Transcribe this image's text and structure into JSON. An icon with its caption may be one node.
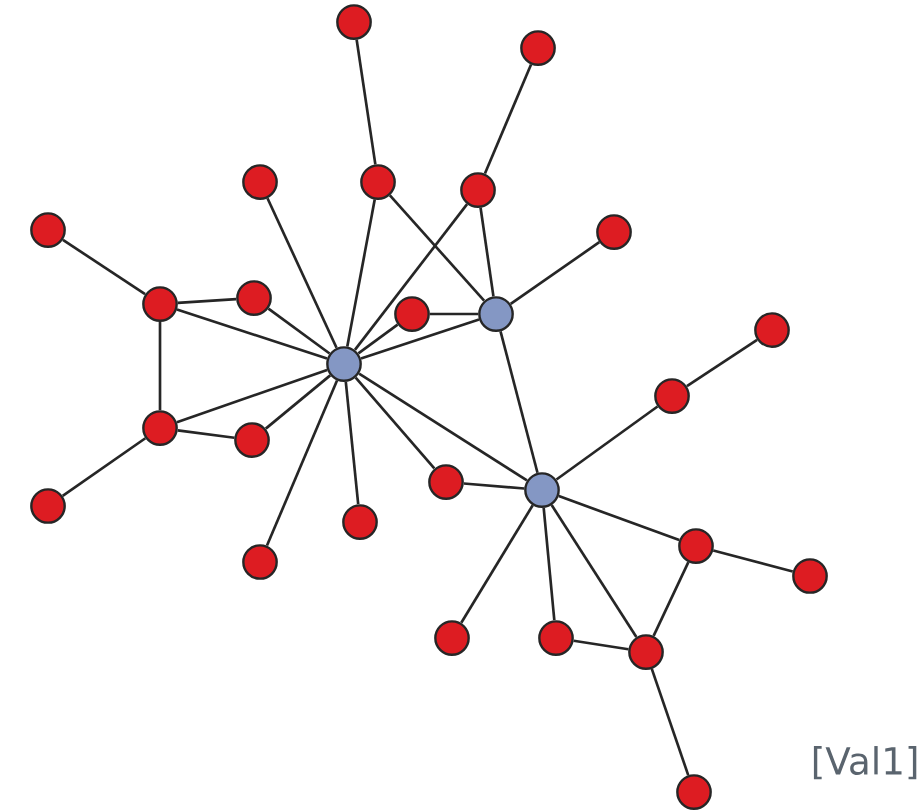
{
  "diagram": {
    "nodes": [
      {
        "text": [],
        "shape": "circle"
      },
      {
        "text": [],
        "shape": "circle"
      },
      {
        "text": [],
        "shape": "circle"
      },
      {
        "text": [],
        "shape": "circle"
      },
      {
        "text": [],
        "shape": "circle"
      },
      {
        "text": [],
        "shape": "circle"
      },
      {
        "text": [],
        "shape": "circle"
      },
      {
        "text": [],
        "shape": "circle"
      },
      {
        "text": [],
        "shape": "circle"
      },
      {
        "text": [],
        "shape": "circle"
      },
      {
        "text": [],
        "shape": "circle"
      },
      {
        "text": [],
        "shape": "circle"
      },
      {
        "text": [],
        "shape": "circle"
      },
      {
        "text": [],
        "shape": "circle"
      },
      {
        "text": [],
        "shape": "circle"
      },
      {
        "text": [],
        "shape": "circle"
      },
      {
        "text": [],
        "shape": "circle"
      },
      {
        "text": [],
        "shape": "circle"
      },
      {
        "text": [],
        "shape": "circle"
      },
      {
        "text": [],
        "shape": "circle"
      },
      {
        "text": [],
        "shape": "circle"
      },
      {
        "text": [],
        "shape": "circle"
      },
      {
        "text": [],
        "shape": "circle"
      },
      {
        "text": [],
        "shape": "circle"
      },
      {
        "text": [],
        "shape": "circle"
      },
      {
        "text": [],
        "shape": "circle"
      },
      {
        "text": [],
        "shape": "circle"
      }
    ],
    "edges": [
      {
        "from": 0,
        "to": 3,
        "arrow": "none"
      },
      {
        "from": 3,
        "to": 12,
        "arrow": "none"
      },
      {
        "from": 3,
        "to": 10,
        "arrow": "none"
      },
      {
        "from": 1,
        "to": 4,
        "arrow": "none"
      },
      {
        "from": 4,
        "to": 12,
        "arrow": "none"
      },
      {
        "from": 4,
        "to": 10,
        "arrow": "none"
      },
      {
        "from": 2,
        "to": 12,
        "arrow": "none"
      },
      {
        "from": 5,
        "to": 8,
        "arrow": "none"
      },
      {
        "from": 8,
        "to": 7,
        "arrow": "none"
      },
      {
        "from": 7,
        "to": 12,
        "arrow": "none"
      },
      {
        "from": 8,
        "to": 12,
        "arrow": "none"
      },
      {
        "from": 8,
        "to": 14,
        "arrow": "none"
      },
      {
        "from": 14,
        "to": 12,
        "arrow": "none"
      },
      {
        "from": 14,
        "to": 15,
        "arrow": "none"
      },
      {
        "from": 15,
        "to": 12,
        "arrow": "none"
      },
      {
        "from": 18,
        "to": 14,
        "arrow": "none"
      },
      {
        "from": 9,
        "to": 10,
        "arrow": "none"
      },
      {
        "from": 9,
        "to": 12,
        "arrow": "none"
      },
      {
        "from": 12,
        "to": 10,
        "arrow": "none"
      },
      {
        "from": 10,
        "to": 6,
        "arrow": "none"
      },
      {
        "from": 10,
        "to": 17,
        "arrow": "none"
      },
      {
        "from": 12,
        "to": 16,
        "arrow": "none"
      },
      {
        "from": 16,
        "to": 17,
        "arrow": "none"
      },
      {
        "from": 12,
        "to": 17,
        "arrow": "none"
      },
      {
        "from": 12,
        "to": 19,
        "arrow": "none"
      },
      {
        "from": 12,
        "to": 21,
        "arrow": "none"
      },
      {
        "from": 13,
        "to": 11,
        "arrow": "none"
      },
      {
        "from": 13,
        "to": 17,
        "arrow": "none"
      },
      {
        "from": 17,
        "to": 20,
        "arrow": "none"
      },
      {
        "from": 20,
        "to": 22,
        "arrow": "none"
      },
      {
        "from": 20,
        "to": 25,
        "arrow": "none"
      },
      {
        "from": 17,
        "to": 23,
        "arrow": "none"
      },
      {
        "from": 17,
        "to": 24,
        "arrow": "none"
      },
      {
        "from": 17,
        "to": 25,
        "arrow": "none"
      },
      {
        "from": 24,
        "to": 25,
        "arrow": "none"
      },
      {
        "from": 25,
        "to": 26,
        "arrow": "none"
      }
    ],
    "labels": [
      "[Val1]"
    ]
  }
}
